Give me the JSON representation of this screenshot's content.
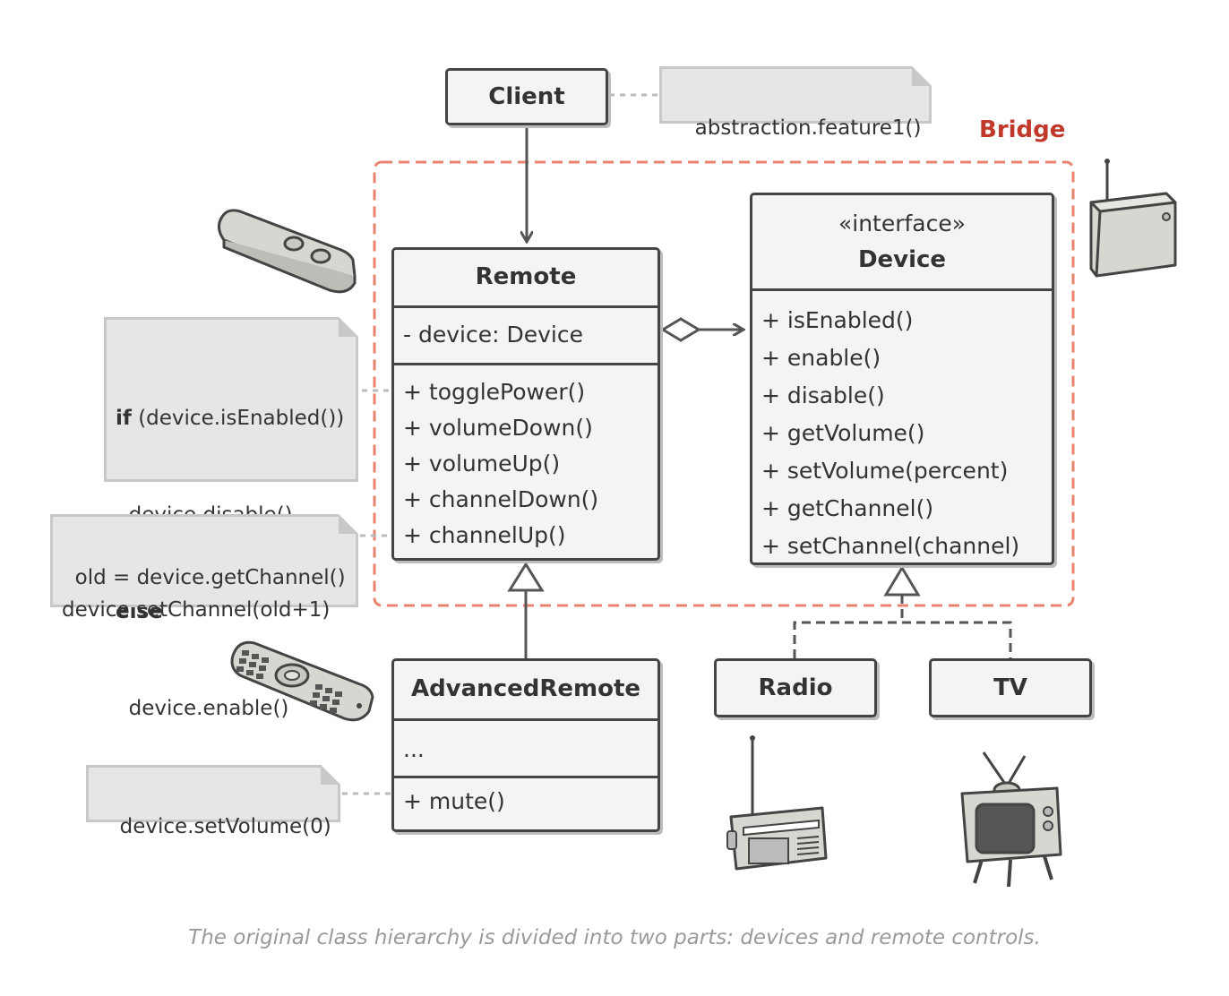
{
  "bridge_label": "Bridge",
  "client": {
    "title": "Client"
  },
  "notes": {
    "client_call": "abstraction.feature1()",
    "toggle_power": {
      "line1_kw": "if",
      "line1_rest": " (device.isEnabled())",
      "line2": "  device.disable()",
      "line3_kw": "else",
      "line4": "  device.enable()"
    },
    "channel_up": "old = device.getChannel()\ndevice.setChannel(old+1)",
    "mute": "device.setVolume(0)"
  },
  "remote": {
    "title": "Remote",
    "fields": [
      "- device: Device"
    ],
    "methods": [
      "+ togglePower()",
      "+ volumeDown()",
      "+ volumeUp()",
      "+ channelDown()",
      "+ channelUp()"
    ]
  },
  "device": {
    "stereotype": "«interface»",
    "title": "Device",
    "methods": [
      "+ isEnabled()",
      "+ enable()",
      "+ disable()",
      "+ getVolume()",
      "+ setVolume(percent)",
      "+ getChannel()",
      "+ setChannel(channel)"
    ]
  },
  "advanced_remote": {
    "title": "AdvancedRemote",
    "fields": [
      "..."
    ],
    "methods": [
      "+ mute()"
    ]
  },
  "radio": {
    "title": "Radio"
  },
  "tv": {
    "title": "TV"
  },
  "caption": "The original class hierarchy is divided into two parts: devices and remote controls.",
  "colors": {
    "bridge": "#e8836f",
    "stroke": "#444444",
    "fill": "#f4f4f4",
    "note": "#e6e6e6",
    "bridge_text": "#c0392b"
  },
  "icons": [
    "simple-remote-icon",
    "advanced-remote-icon",
    "device-box-icon",
    "radio-icon",
    "tv-icon"
  ]
}
